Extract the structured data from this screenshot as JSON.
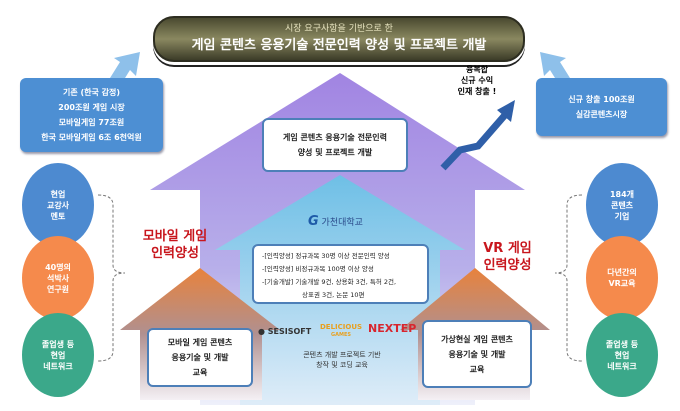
{
  "banner": {
    "subtitle": "시장 요구사항을 기반으로 한",
    "title": "게임 콘텐츠 응용기술 전문인력 양성 및 프로젝트 개발"
  },
  "left_box": [
    "기존 (한국 감정)",
    "200조원 게임 시장",
    "모바일게임 77조원",
    "한국 모바일게임 6조 6천억원"
  ],
  "right_box": [
    "신규 창출 100조원",
    "실감콘텐츠시장"
  ],
  "growth_text": [
    "융복합",
    "신규 수익",
    "인재 창출 !"
  ],
  "center_box": [
    "게임 콘텐츠 응용기술 전문인력",
    "양성 및 프로젝트 개발"
  ],
  "university_logo": "가천대학교",
  "goals": [
    "-[인력양성] 정규과목 30명 이상 전문인력 양성",
    "-[인력양성] 비정규과목 100명 이상 양성",
    "-[기술개발] 기술개발 9건, 상용화 3건, 특허 2건,",
    "상표권 3건, 논문 10편"
  ],
  "mobile_label": [
    "모바일 게임",
    "인력양성"
  ],
  "vr_label": [
    "VR 게임",
    "인력양성"
  ],
  "mobile_box": [
    "모바일 게임 콘텐츠",
    "응용기술 및 개발",
    "교육"
  ],
  "vr_box": [
    "가상현실 게임 콘텐츠",
    "응용기술 및 개발",
    "교육"
  ],
  "partners": [
    "SESISOFT",
    "DELICIOUS",
    "GAMES",
    "NEXTEP"
  ],
  "partner_caption": [
    "콘텐츠 개발 프로젝트 기반",
    "창작 및 코딩 교육"
  ],
  "left_circles": [
    [
      "현업",
      "교강사",
      "멘토"
    ],
    [
      "40명의",
      "석박사",
      "연구원"
    ],
    [
      "졸업생 등",
      "현업",
      "네트워크"
    ]
  ],
  "right_circles": [
    [
      "184개",
      "콘텐츠",
      "기업"
    ],
    [
      "다년간의",
      "VR교육"
    ],
    [
      "졸업생 등",
      "현업",
      "네트워크"
    ]
  ],
  "colors": {
    "blue": "#4d8fd3",
    "orange": "#f58a4c",
    "green": "#3ba88a",
    "purple": "#a78ae0",
    "red": "#c8161d"
  }
}
